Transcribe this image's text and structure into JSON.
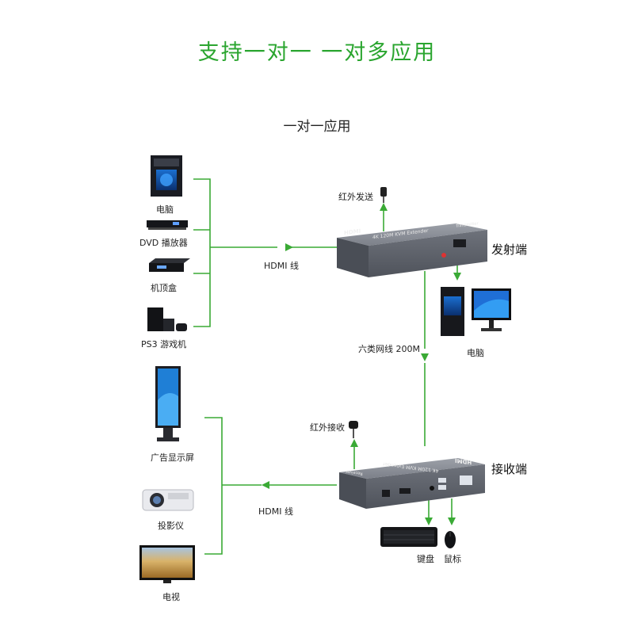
{
  "title": "支持一对一  一对多应用",
  "subtitle": "一对一应用",
  "sources": {
    "pc": "电脑",
    "dvd": "DVD 播放器",
    "stb": "机顶盒",
    "ps3": "PS3 游戏机"
  },
  "displays": {
    "signage": "广告显示屏",
    "projector": "投影仪",
    "tv": "电视"
  },
  "transmitter": {
    "label": "发射端",
    "ir_label": "红外发送",
    "model_text": "4K 120M KVM Extender",
    "brand": "HDMI",
    "port_text": "Transmitter",
    "pc_label": "电脑"
  },
  "receiver": {
    "label": "接收端",
    "ir_label": "红外接收",
    "model_text": "4K 120M KVM Extender",
    "brand": "HDMI",
    "port_text": "Receiver",
    "keyboard_label": "键盘",
    "mouse_label": "鼠标"
  },
  "links": {
    "hdmi_in": "HDMI 线",
    "hdmi_out": "HDMI 线",
    "network": "六类网线 200M"
  },
  "colors": {
    "title": "#2aa52f",
    "line": "#3aaa35",
    "device_body": "#6b6f78"
  }
}
